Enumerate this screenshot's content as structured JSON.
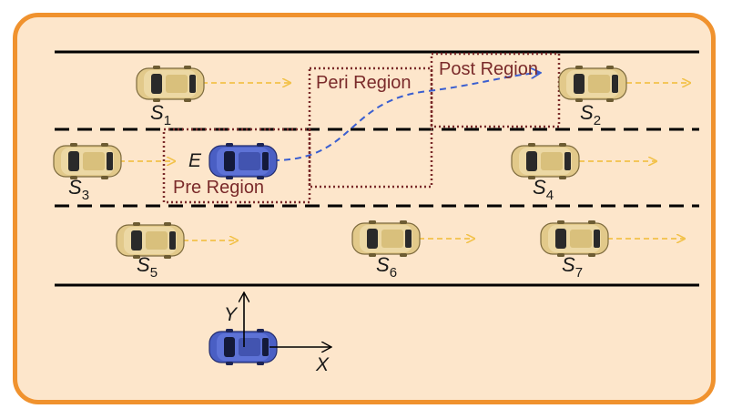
{
  "diagram": {
    "regions": {
      "pre": "Pre Region",
      "peri": "Peri Region",
      "post": "Post Region"
    },
    "vehicles": {
      "ego": "E",
      "s1": {
        "letter": "S",
        "sub": "1"
      },
      "s2": {
        "letter": "S",
        "sub": "2"
      },
      "s3": {
        "letter": "S",
        "sub": "3"
      },
      "s4": {
        "letter": "S",
        "sub": "4"
      },
      "s5": {
        "letter": "S",
        "sub": "5"
      },
      "s6": {
        "letter": "S",
        "sub": "6"
      },
      "s7": {
        "letter": "S",
        "sub": "7"
      }
    },
    "axes": {
      "x": "X",
      "y": "Y"
    },
    "colors": {
      "border": "#f0922e",
      "background": "#fde6cb",
      "ego_car": "#4a5fc4",
      "surrounding_car": "#e2c98a",
      "region_outline": "#7a2a2a",
      "motion_arrow": "#f2c24a",
      "trajectory": "#3b5fd0"
    }
  }
}
